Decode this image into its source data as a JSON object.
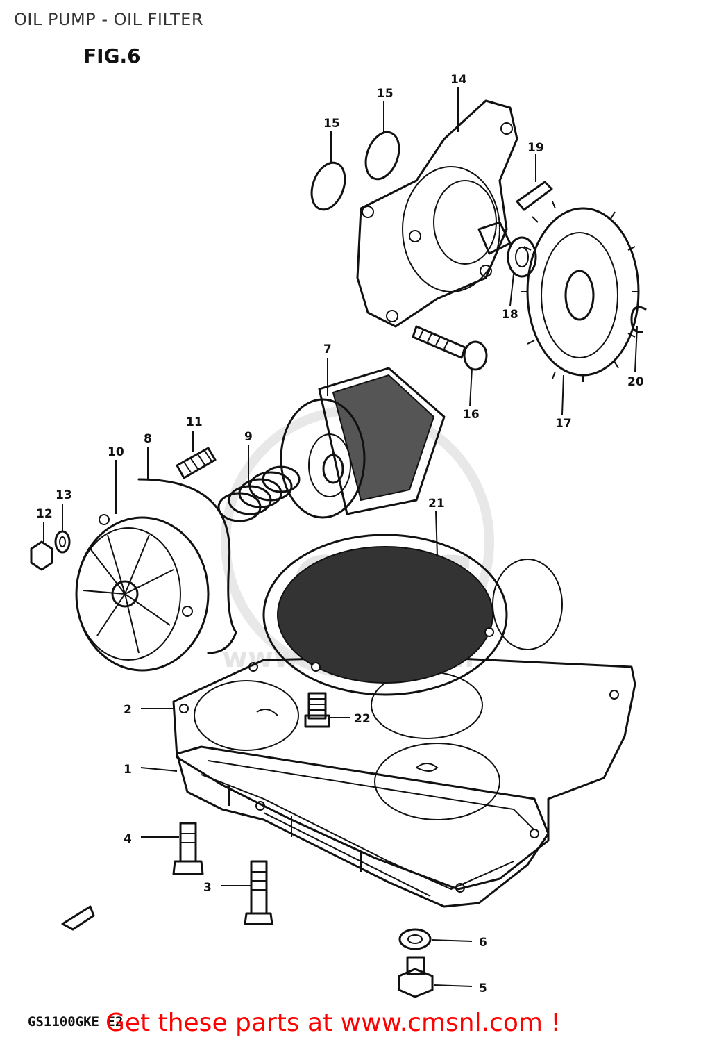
{
  "header": {
    "title": "OIL PUMP - OIL FILTER",
    "figure": "FIG.6"
  },
  "footer": {
    "model_code": "GS1100GKE E2",
    "promo": "Get these parts at www.cmsnl.com !"
  },
  "watermark": {
    "text": "CMS",
    "url": "www.cmsnl.com",
    "color": "#e4e4e4"
  },
  "colors": {
    "line": "#111111",
    "promo": "#ff0000",
    "title": "#333333"
  },
  "callouts": [
    "1",
    "2",
    "3",
    "4",
    "5",
    "6",
    "7",
    "8",
    "9",
    "10",
    "11",
    "12",
    "13",
    "14",
    "15",
    "15",
    "16",
    "17",
    "18",
    "19",
    "20",
    "21",
    "22"
  ]
}
